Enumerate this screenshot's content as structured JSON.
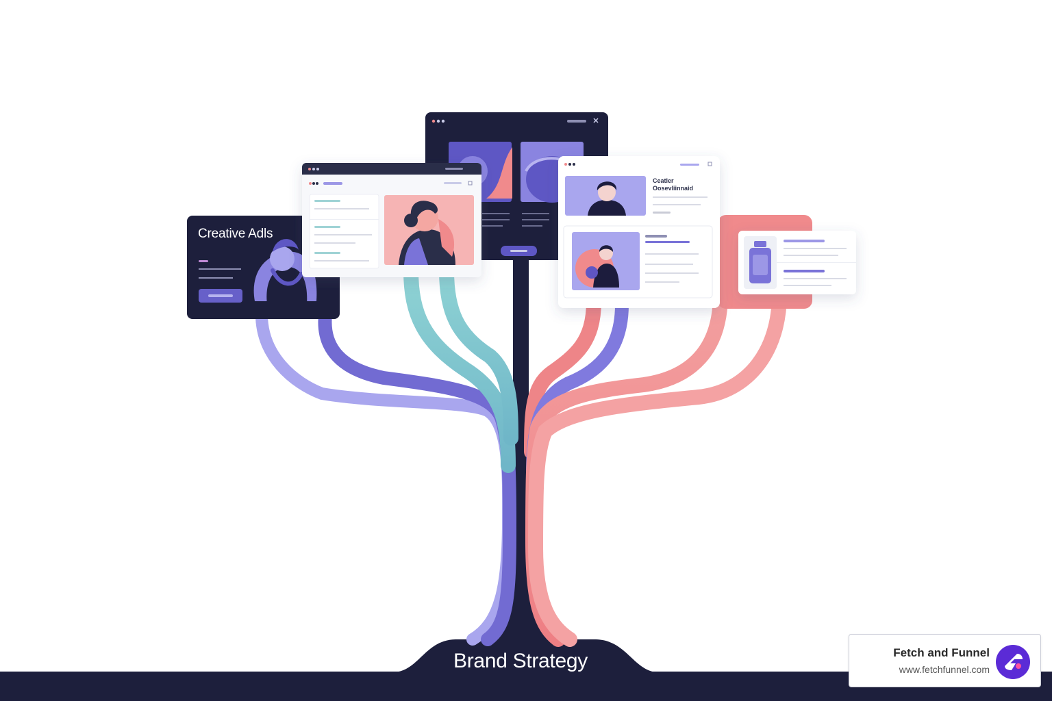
{
  "diagram": {
    "root_label": "Brand Strategy",
    "cards": {
      "creative_ads_title": "Creative Adls",
      "profile_card_caption": "Ceatler Oosevliinnaid"
    }
  },
  "brand": {
    "name": "Fetch and Funnel",
    "url": "www.fetchfunnel.com"
  },
  "colors": {
    "navy": "#1d1f3c",
    "purple": "#7a73d8",
    "lavender": "#a9a6ee",
    "teal": "#79c0c8",
    "coral": "#f08a8c",
    "brand_logo": "#5b2bd6"
  }
}
